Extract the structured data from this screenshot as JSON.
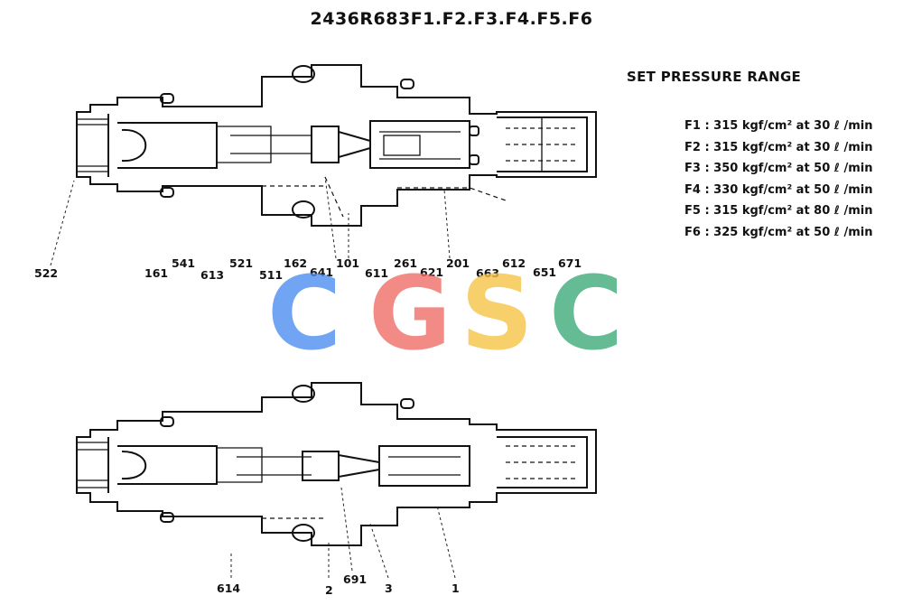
{
  "title": "2436R683F1.F2.F3.F4.F5.F6",
  "pressure_range": {
    "heading": "SET PRESSURE RANGE",
    "items": [
      "F1 : 315 kgf/cm² at 30 ℓ /min",
      "F2 : 315 kgf/cm² at 30 ℓ /min",
      "F3 : 350 kgf/cm² at 50 ℓ /min",
      "F4 : 330 kgf/cm² at 50 ℓ /min",
      "F5 : 315 kgf/cm² at 80 ℓ /min",
      "F6 : 325 kgf/cm² at 50 ℓ /min"
    ]
  },
  "top_parts": [
    "522",
    "161",
    "541",
    "613",
    "521",
    "511",
    "162",
    "641",
    "101",
    "611",
    "261",
    "621",
    "201",
    "663",
    "612",
    "651",
    "671"
  ],
  "bottom_parts": [
    "614",
    "2",
    "691",
    "3",
    "1"
  ],
  "watermark": {
    "letters": [
      "C",
      "G",
      "S",
      "C"
    ],
    "colors": [
      "#4a8cf0",
      "#ef6b63",
      "#f6c343",
      "#3aa876"
    ]
  }
}
